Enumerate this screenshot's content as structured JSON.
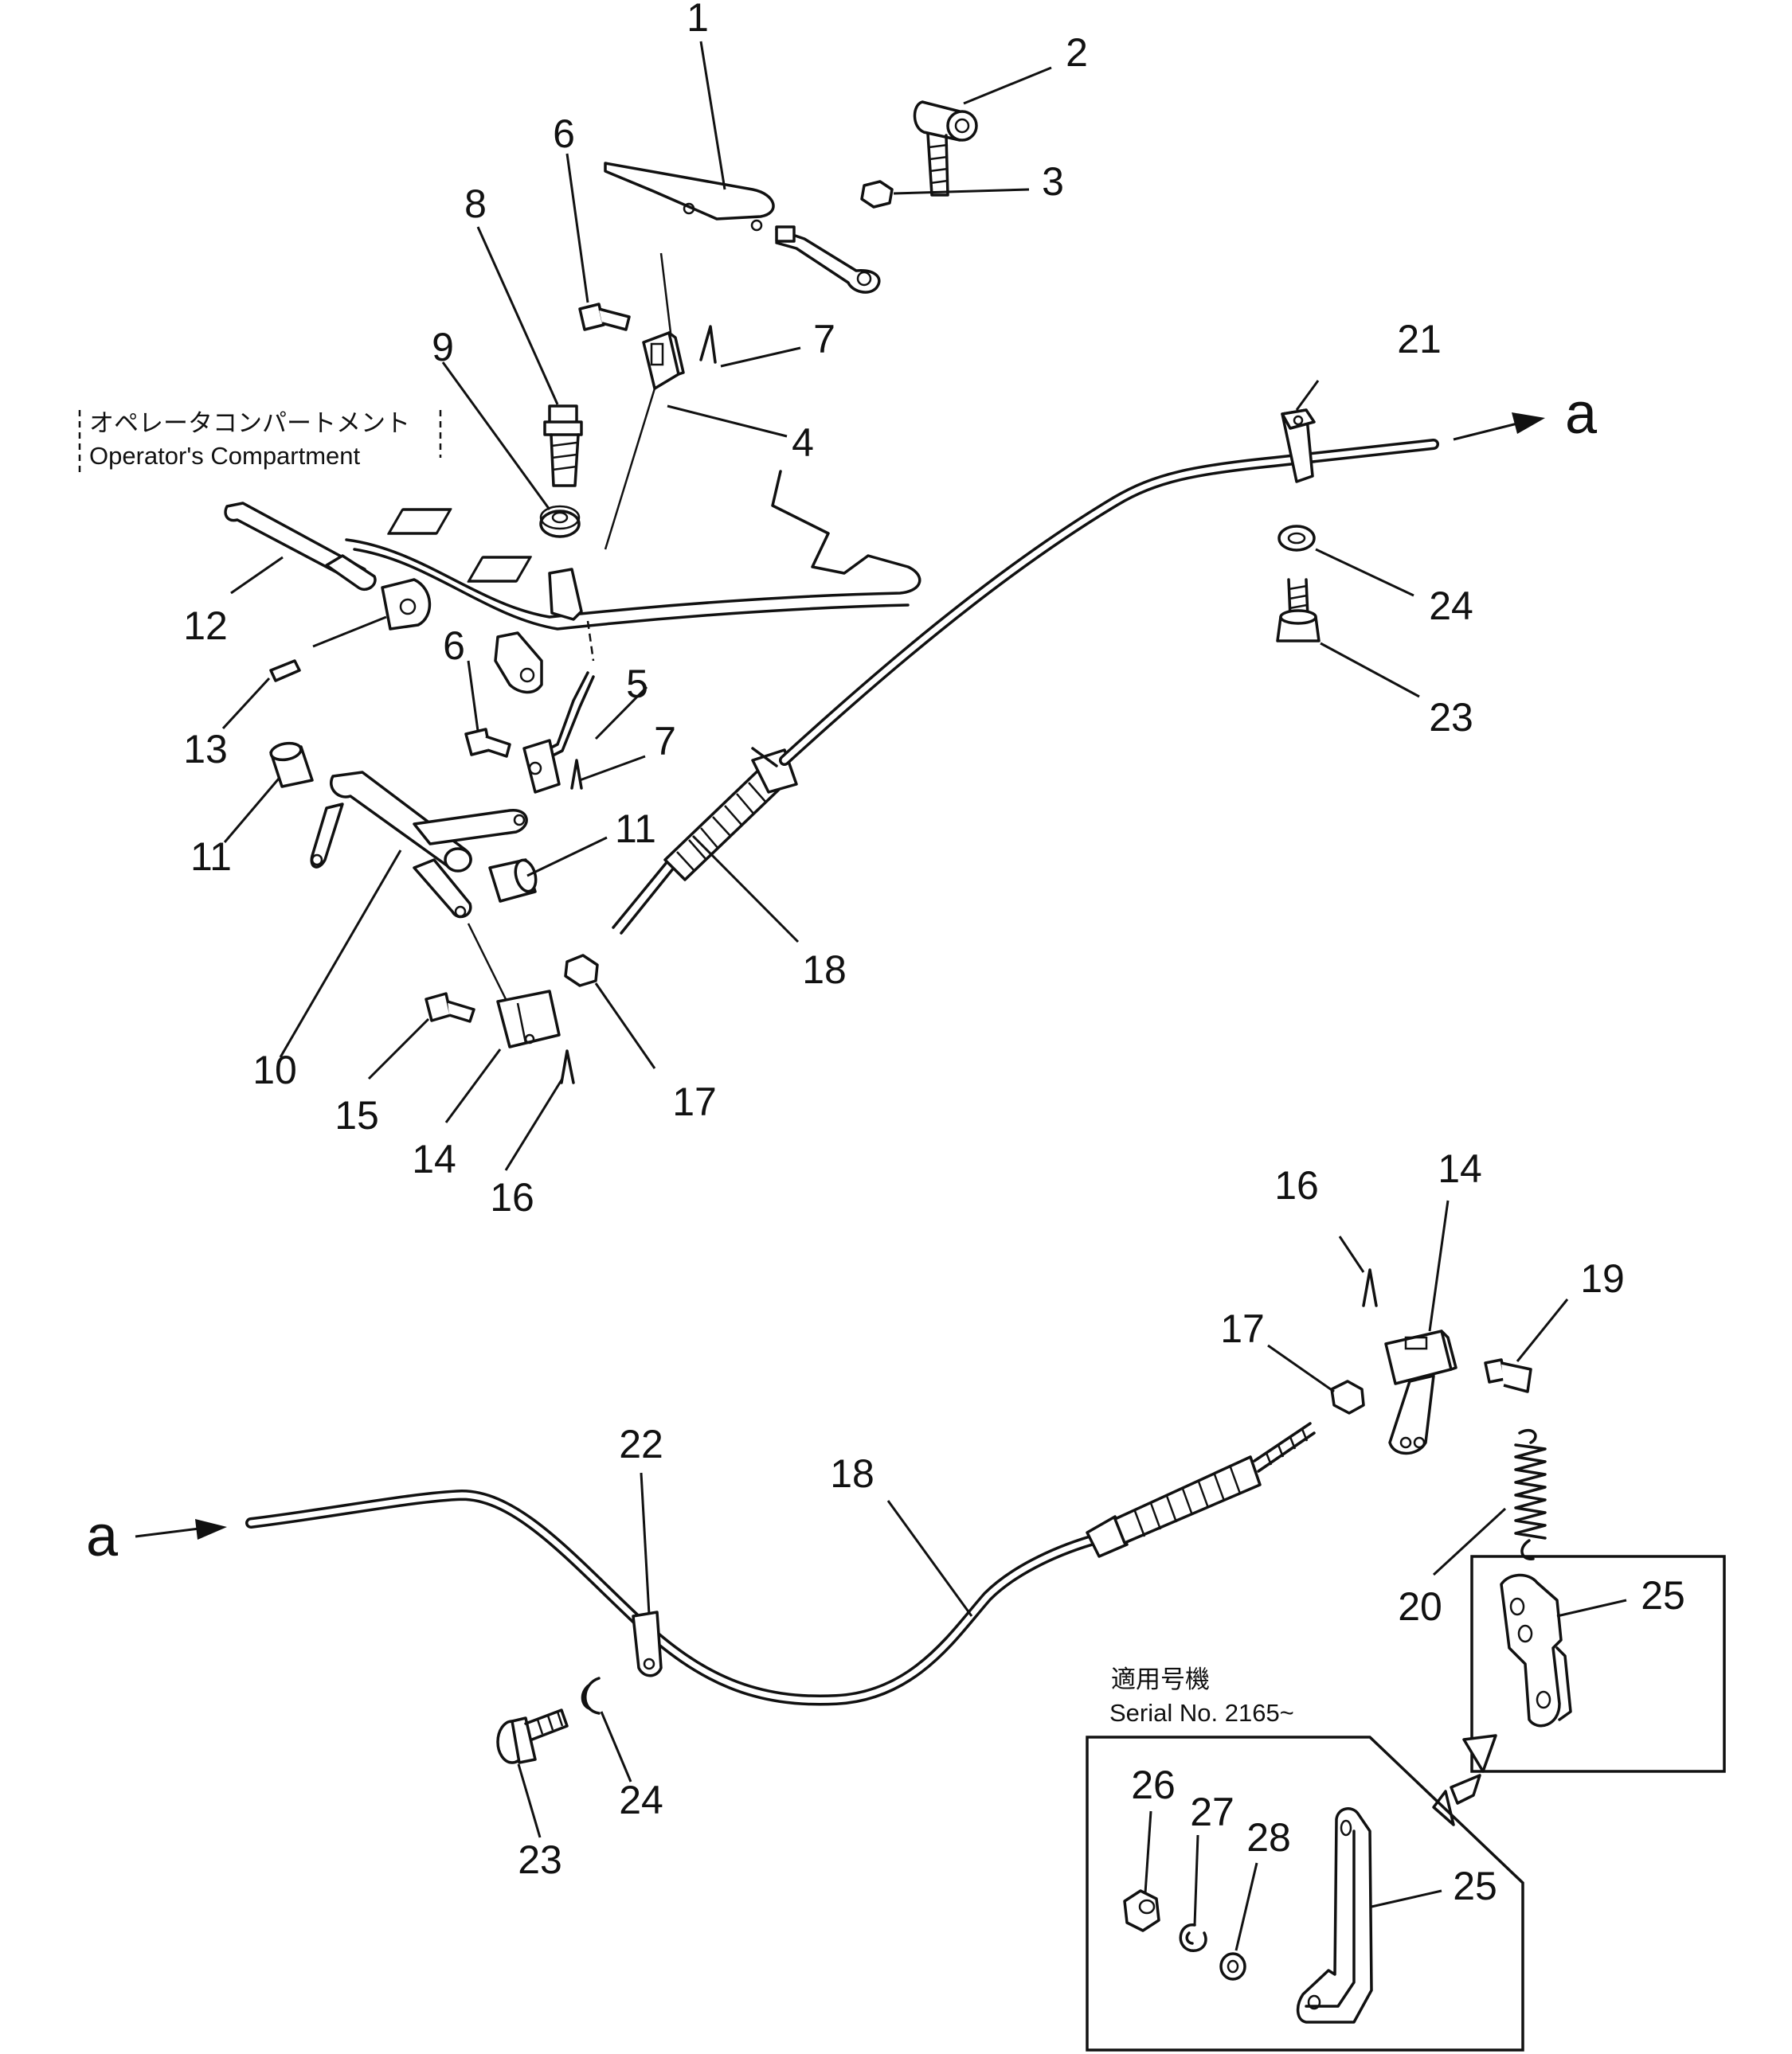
{
  "compartment_label": {
    "jp": "オペレータコンパートメント",
    "en": "Operator's Compartment"
  },
  "serial_note": {
    "jp": "適用号機",
    "en": "Serial No. 2165~"
  },
  "connector_label": "a",
  "callouts": {
    "c1": "1",
    "c2": "2",
    "c3": "3",
    "c4": "4",
    "c5": "5",
    "c6a": "6",
    "c6b": "6",
    "c7a": "7",
    "c7b": "7",
    "c8": "8",
    "c9": "9",
    "c10": "10",
    "c11a": "11",
    "c11b": "11",
    "c12": "12",
    "c13": "13",
    "c14a": "14",
    "c14b": "14",
    "c15": "15",
    "c16a": "16",
    "c16b": "16",
    "c17a": "17",
    "c17b": "17",
    "c18a": "18",
    "c18b": "18",
    "c19": "19",
    "c20": "20",
    "c21": "21",
    "c22": "22",
    "c23a": "23",
    "c23b": "23",
    "c24a": "24",
    "c24b": "24",
    "c25a": "25",
    "c25b": "25",
    "c26": "26",
    "c27": "27",
    "c28": "28"
  }
}
